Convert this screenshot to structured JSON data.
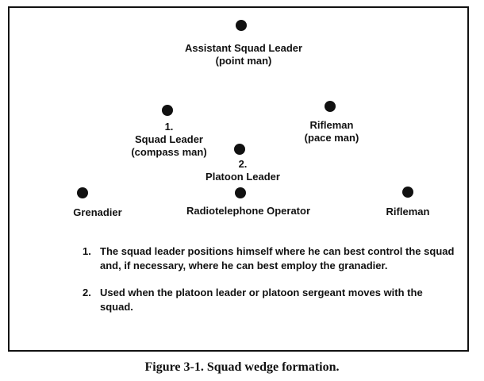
{
  "figure": {
    "caption": "Figure 3-1. Squad wedge formation."
  },
  "positions": {
    "assistant_squad_leader": {
      "line1": "Assistant Squad Leader",
      "line2": "(point man)"
    },
    "squad_leader": {
      "marker": "1.",
      "line1": "Squad  Leader",
      "line2": "(compass man)"
    },
    "rifleman_pace": {
      "line1": "Rifleman",
      "line2": "(pace man)"
    },
    "platoon_leader": {
      "marker": "2.",
      "line1": "Platoon Leader"
    },
    "grenadier": {
      "line1": "Grenadier"
    },
    "radiotelephone_operator": {
      "line1": "Radiotelephone Operator"
    },
    "rifleman": {
      "line1": "Rifleman"
    }
  },
  "notes": [
    {
      "number": "1.",
      "text": "The squad leader positions himself where he can best control the squad and, if necessary, where he can best employ the granadier."
    },
    {
      "number": "2.",
      "text": "Used when the platoon leader or platoon sergeant moves with the squad."
    }
  ]
}
